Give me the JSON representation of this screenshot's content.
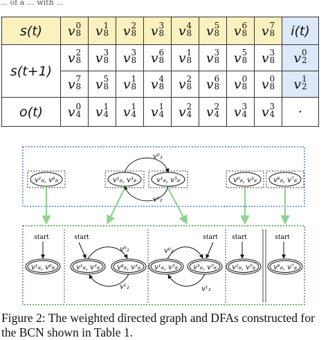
{
  "header_fragment": "… of a … with …",
  "table": {
    "header": {
      "state": "s(t)",
      "columns": [
        {
          "v": "v",
          "sup": "0",
          "sub": "8"
        },
        {
          "v": "v",
          "sup": "1",
          "sub": "8"
        },
        {
          "v": "v",
          "sup": "2",
          "sub": "8"
        },
        {
          "v": "v",
          "sup": "3",
          "sub": "8"
        },
        {
          "v": "v",
          "sup": "4",
          "sub": "8"
        },
        {
          "v": "v",
          "sup": "5",
          "sub": "8"
        },
        {
          "v": "v",
          "sup": "6",
          "sub": "8"
        },
        {
          "v": "v",
          "sup": "7",
          "sub": "8"
        }
      ],
      "input": "i(t)"
    },
    "next_label": "s(t+1)",
    "next_rows": [
      {
        "cells": [
          {
            "v": "v",
            "sup": "2",
            "sub": "8"
          },
          {
            "v": "v",
            "sup": "3",
            "sub": "8"
          },
          {
            "v": "v",
            "sup": "3",
            "sub": "8"
          },
          {
            "v": "v",
            "sup": "6",
            "sub": "8"
          },
          {
            "v": "v",
            "sup": "1",
            "sub": "8"
          },
          {
            "v": "v",
            "sup": "3",
            "sub": "8"
          },
          {
            "v": "v",
            "sup": "5",
            "sub": "8"
          },
          {
            "v": "v",
            "sup": "3",
            "sub": "8"
          }
        ],
        "input": {
          "v": "v",
          "sup": "0",
          "sub": "2"
        }
      },
      {
        "cells": [
          {
            "v": "v",
            "sup": "7",
            "sub": "8"
          },
          {
            "v": "v",
            "sup": "5",
            "sub": "8"
          },
          {
            "v": "v",
            "sup": "1",
            "sub": "8"
          },
          {
            "v": "v",
            "sup": "4",
            "sub": "8"
          },
          {
            "v": "v",
            "sup": "2",
            "sub": "8"
          },
          {
            "v": "v",
            "sup": "6",
            "sub": "8"
          },
          {
            "v": "v",
            "sup": "0",
            "sub": "8"
          },
          {
            "v": "v",
            "sup": "0",
            "sub": "8"
          }
        ],
        "input": {
          "v": "v",
          "sup": "1",
          "sub": "2"
        }
      }
    ],
    "output_label": "o(t)",
    "output_row": {
      "cells": [
        {
          "v": "v",
          "sup": "0",
          "sub": "4"
        },
        {
          "v": "v",
          "sup": "1",
          "sub": "4"
        },
        {
          "v": "v",
          "sup": "1",
          "sub": "4"
        },
        {
          "v": "v",
          "sup": "1",
          "sub": "4"
        },
        {
          "v": "v",
          "sup": "2",
          "sub": "4"
        },
        {
          "v": "v",
          "sup": "2",
          "sub": "4"
        },
        {
          "v": "v",
          "sup": "3",
          "sub": "4"
        },
        {
          "v": "v",
          "sup": "3",
          "sub": "4"
        }
      ],
      "input": "·"
    }
  },
  "graph": {
    "top_nodes": [
      "v¹₈, v⁶₈",
      "v¹₈, v³₈",
      "v¹₈, v⁵₈",
      "v⁰₈, v³₈",
      "v⁶₈, v⁷₈"
    ],
    "top_edge_labels": [
      "v⁰₂",
      "v¹₂"
    ],
    "dfa_nodes": [
      "v¹₈, v⁶₈",
      "v¹₈, v³₈",
      "v⁴₈, v³₈",
      "v¹₈, v⁵₈",
      "v³₈, v⁵₈",
      "v²₈, v⁵₈",
      "v⁶₈, v⁷₈"
    ],
    "start_label": "start",
    "dfa_edge_labels": [
      "v⁰₂",
      "v¹₂",
      "v⁰₂",
      "v¹₂"
    ]
  },
  "caption": "Figure 2: The weighted directed graph and DFAs constructed for the BCN shown in Table 1.",
  "colors": {
    "table_yellow": "#fbf1bf",
    "table_blue": "#dde8f8",
    "top_box": "#2a66c8",
    "bottom_box": "#2f7a2f",
    "arrow_green": "#8fd38f"
  }
}
